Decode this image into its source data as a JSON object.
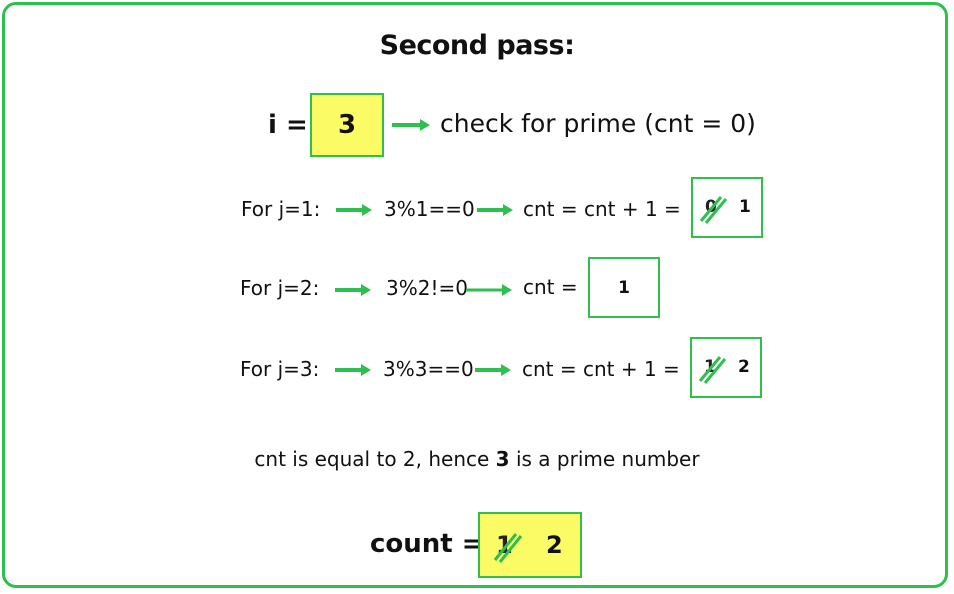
{
  "title": "Second pass:",
  "i_row": {
    "label": "i =",
    "value": "3",
    "check_text": "check for prime (cnt = 0)"
  },
  "rows": [
    {
      "for_label": "For j=1:",
      "expr": "3%1==0",
      "result": "cnt = cnt + 1 =",
      "old": "0",
      "new": "1"
    },
    {
      "for_label": "For j=2:",
      "expr": "3%2!=0",
      "result": "cnt =",
      "value": "1"
    },
    {
      "for_label": "For j=3:",
      "expr": "3%3==0",
      "result": "cnt = cnt + 1 =",
      "old": "1",
      "new": "2"
    }
  ],
  "conclusion": {
    "before": "cnt is equal to 2, hence",
    "bold": "3",
    "after": "is a prime number"
  },
  "count": {
    "label": "count =",
    "old": "1",
    "new": "2"
  },
  "colors": {
    "accent_green": "#2fbf4f",
    "highlight_yellow": "#fbfb66"
  }
}
